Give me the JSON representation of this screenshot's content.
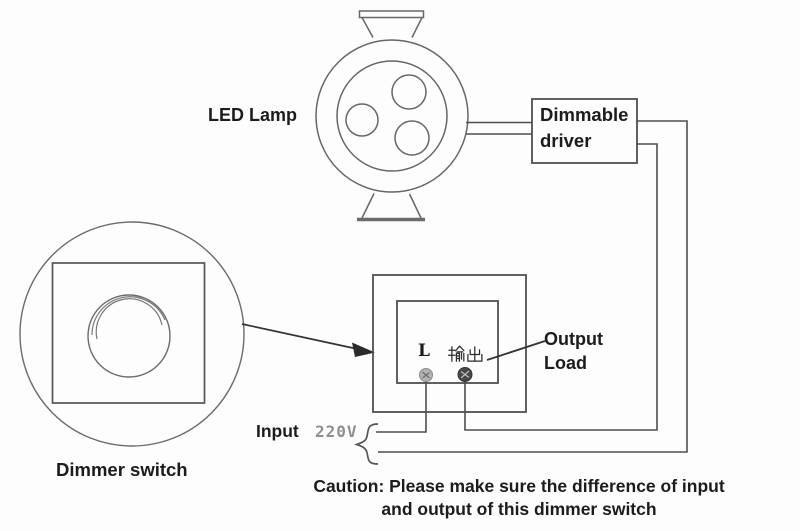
{
  "labels": {
    "led_lamp": "LED Lamp",
    "dimmable_driver_line1": "Dimmable",
    "dimmable_driver_line2": "driver",
    "dimmer_switch": "Dimmer switch",
    "output_line1": "Output",
    "output_line2": "Load",
    "input": "Input",
    "voltage": "220V",
    "terminal_live": "L",
    "terminal_output_cn": "输出",
    "input_brace": "{",
    "caution_line1": "Caution: Please make sure the difference of input",
    "caution_line2": "and output of this dimmer switch"
  },
  "colors": {
    "background": "#fdfdfd",
    "line": "#4f4f4f",
    "text": "#1c1c1c",
    "muted_text": "#8e8e8e"
  }
}
